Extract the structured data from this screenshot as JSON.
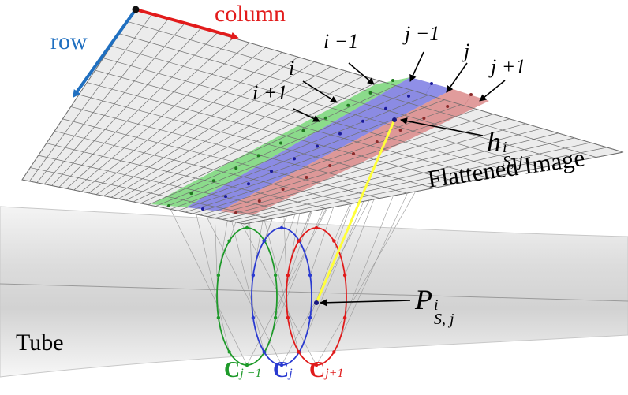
{
  "axes": {
    "row": "row",
    "column": "column"
  },
  "index_labels": {
    "i_minus_1": "i −1",
    "i": "i",
    "i_plus_1": "i +1",
    "j_minus_1": "j −1",
    "j": "j",
    "j_plus_1": "j +1"
  },
  "h_label": {
    "base": "h",
    "sup": "i",
    "sub": "S, j"
  },
  "p_label": {
    "base": "P",
    "sup": "i",
    "sub": "S, j"
  },
  "flattened_image": "Flattened Image",
  "tube": "Tube",
  "circles": [
    {
      "bold": "C",
      "sub": "j −1",
      "color": "#1e9a2a"
    },
    {
      "bold": "C",
      "sub": "j",
      "color": "#2a3ad0"
    },
    {
      "bold": "C",
      "sub": "j+1",
      "color": "#e01b1b"
    }
  ],
  "colors": {
    "row_arrow": "#1f6fc0",
    "column_arrow": "#e21b1b",
    "green_band": "#6fd66f",
    "blue_band": "#6f6fe0",
    "red_band": "#d98080",
    "yellow_line": "#ffff3a",
    "grid_line": "#707070",
    "sheet_fill": "#ececec"
  }
}
